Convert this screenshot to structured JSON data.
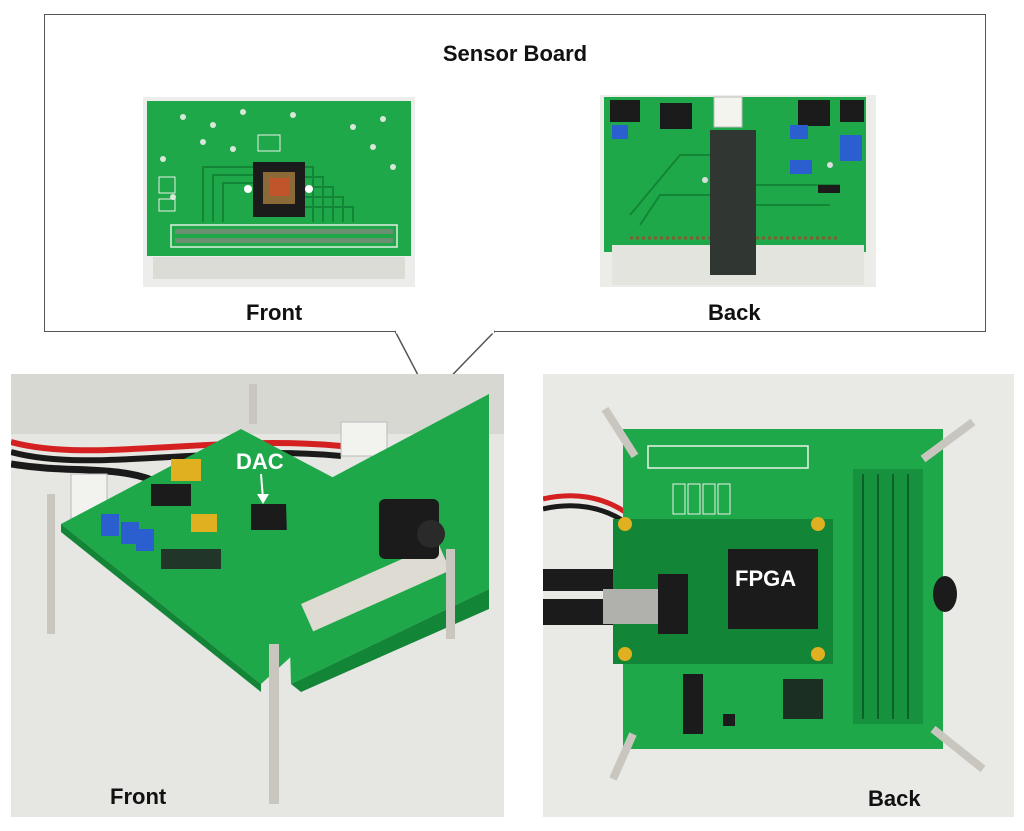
{
  "figure": {
    "sensor_board_title": "Sensor Board",
    "sensor_front_label": "Front",
    "sensor_back_label": "Back",
    "assembly_front_label": "Front",
    "assembly_back_label": "Back",
    "dac_label": "DAC",
    "fpga_label": "FPGA"
  },
  "colors": {
    "pcb_green": "#1fa84a",
    "pcb_dark_green": "#128537",
    "connector_white": "#e8e8e4",
    "chip_black": "#1b1b1b",
    "pot_blue": "#2b5fd0",
    "standoff_silver": "#c9c6bf",
    "cable_red": "#d42020"
  }
}
